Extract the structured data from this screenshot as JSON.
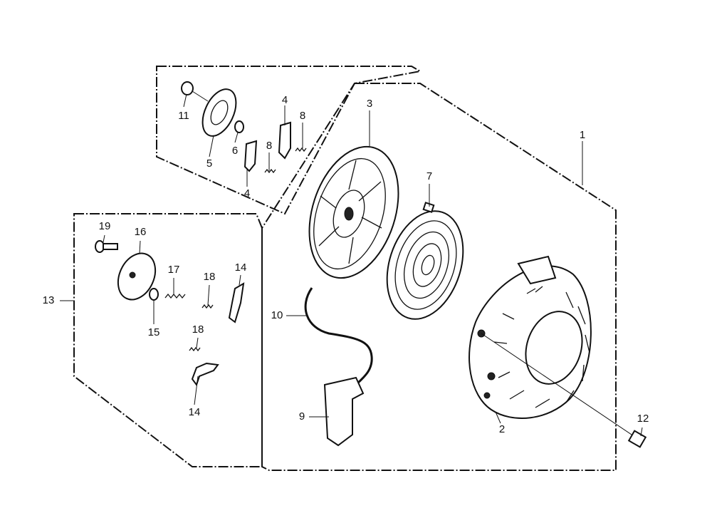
{
  "labels": {
    "l1": "1",
    "l2": "2",
    "l3": "3",
    "l4a": "4",
    "l4b": "4",
    "l5": "5",
    "l6": "6",
    "l7": "7",
    "l8a": "8",
    "l8b": "8",
    "l9": "9",
    "l10": "10",
    "l11": "11",
    "l12": "12",
    "l13": "13",
    "l14a": "14",
    "l14b": "14",
    "l15": "15",
    "l16": "16",
    "l17": "17",
    "l18a": "18",
    "l18b": "18",
    "l19": "19"
  },
  "colors": {
    "line": "#111111",
    "background": "#ffffff"
  }
}
